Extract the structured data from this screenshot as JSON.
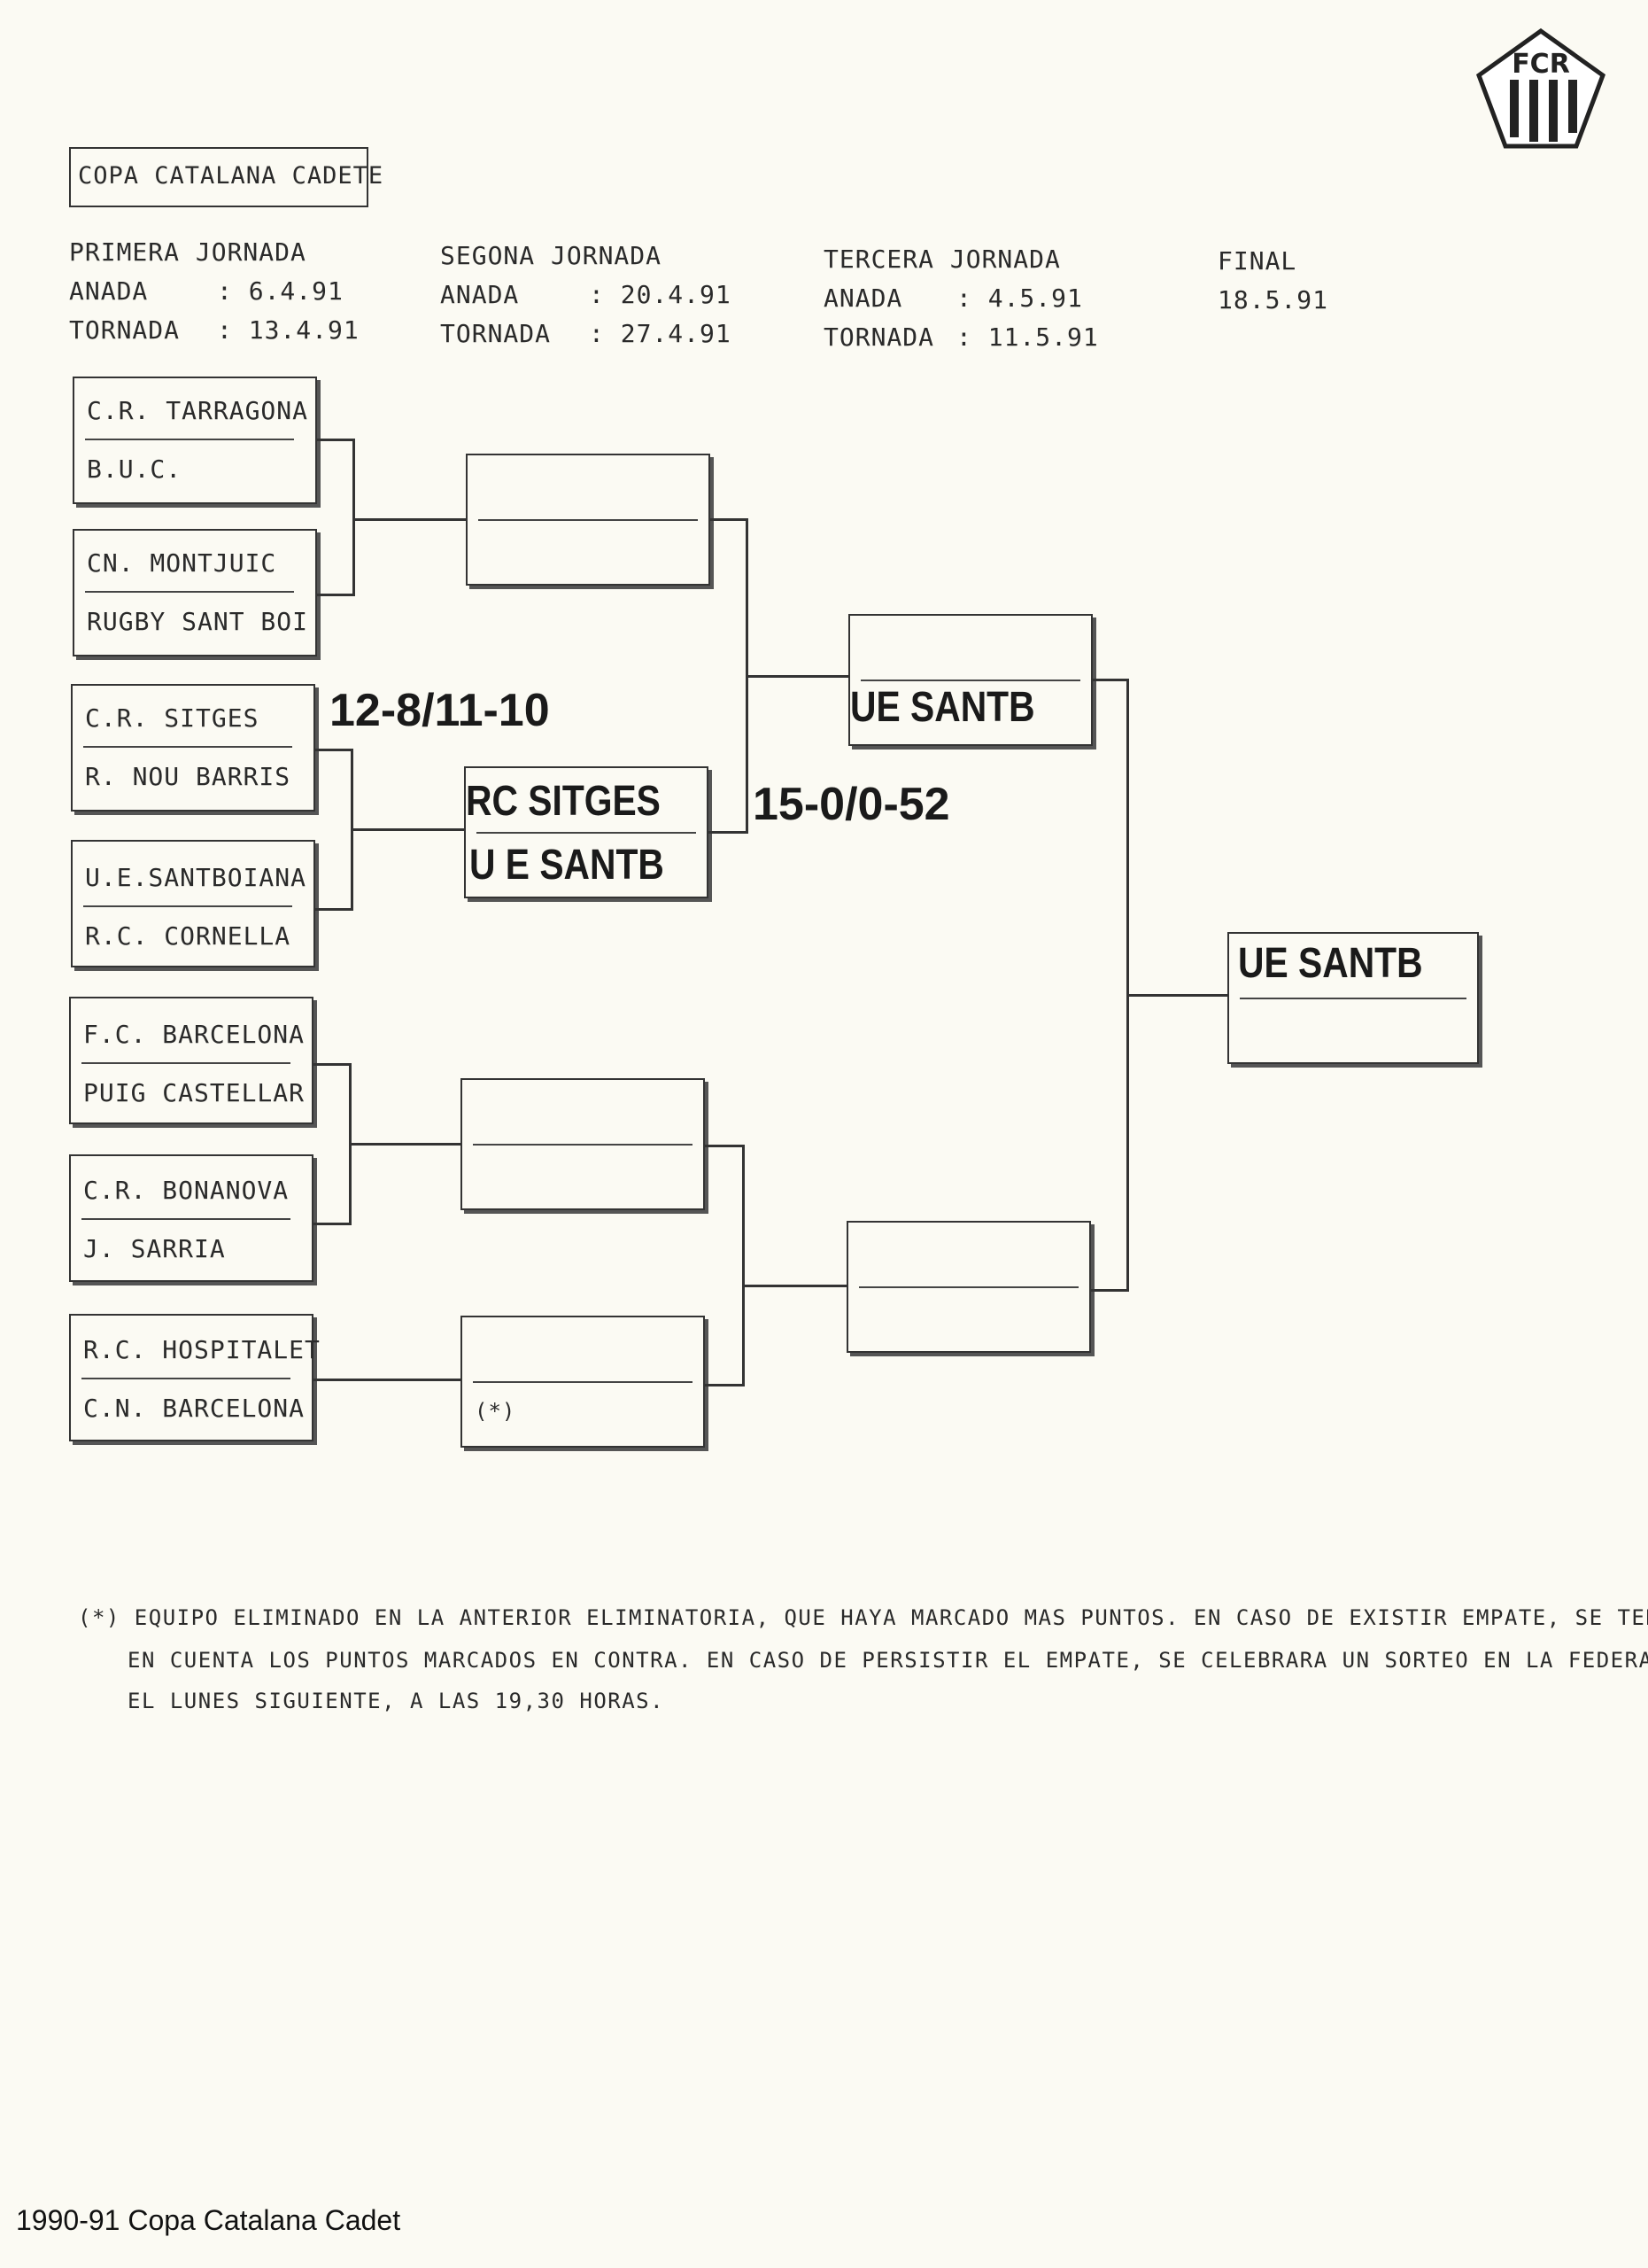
{
  "title": "COPA CATALANA CADETE",
  "logo": {
    "letters": "FCR"
  },
  "schedule": [
    {
      "label": "PRIMERA JORNADA",
      "rows": [
        {
          "k": "ANADA",
          "v": ": 6.4.91"
        },
        {
          "k": "TORNADA",
          "v": ": 13.4.91"
        }
      ]
    },
    {
      "label": "SEGONA JORNADA",
      "rows": [
        {
          "k": "ANADA",
          "v": ": 20.4.91"
        },
        {
          "k": "TORNADA",
          "v": ": 27.4.91"
        }
      ]
    },
    {
      "label": "TERCERA JORNADA",
      "rows": [
        {
          "k": "ANADA",
          "v": ": 4.5.91"
        },
        {
          "k": "TORNADA",
          "v": ": 11.5.91"
        }
      ]
    },
    {
      "label": "FINAL",
      "rows": [
        {
          "k": "18.5.91",
          "v": ""
        }
      ]
    }
  ],
  "round1": [
    [
      "C.R. TARRAGONA",
      "B.U.C."
    ],
    [
      "CN. MONTJUIC",
      "RUGBY SANT BOI"
    ],
    [
      "C.R. SITGES",
      "R. NOU BARRIS"
    ],
    [
      "U.E.SANTBOIANA",
      "R.C. CORNELLA"
    ],
    [
      "F.C. BARCELONA",
      "PUIG CASTELLAR"
    ],
    [
      "C.R. BONANOVA",
      "J. SARRIA"
    ],
    [
      "R.C. HOSPITALET",
      "C.N. BARCELONA"
    ]
  ],
  "round2": [
    [
      "",
      ""
    ],
    [
      "RC SITGES",
      "U E SANTB"
    ],
    [
      "",
      ""
    ],
    [
      "",
      "(*)"
    ]
  ],
  "round3": [
    [
      "UE SANTB",
      ""
    ],
    [
      "",
      ""
    ]
  ],
  "final": [
    "UE SANTB",
    ""
  ],
  "scores": {
    "r2": "12-8/11-10",
    "r3": "15-0/0-52"
  },
  "footnote": [
    "(*) EQUIPO ELIMINADO EN LA ANTERIOR ELIMINATORIA, QUE HAYA MARCADO MAS PUNTOS. EN CASO DE EXISTIR EMPATE, SE TENDRA",
    "EN CUENTA LOS PUNTOS MARCADOS EN CONTRA. EN CASO DE PERSISTIR EL EMPATE, SE CELEBRARA UN SORTEO EN LA FEDERACION",
    "EL LUNES SIGUIENTE, A LAS 19,30 HORAS."
  ],
  "caption": "1990-91 Copa Catalana Cadet"
}
